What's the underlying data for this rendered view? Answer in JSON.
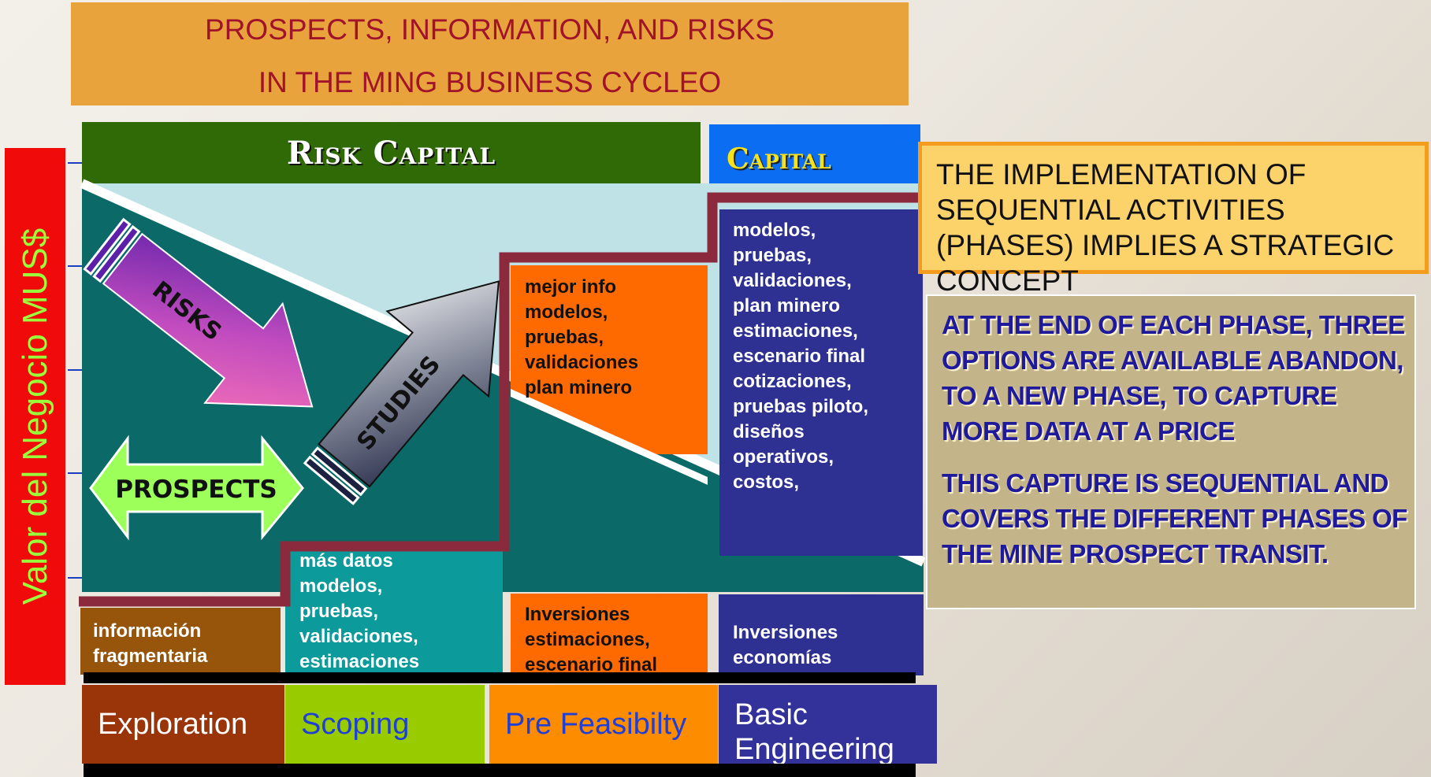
{
  "title": {
    "line1": "PROSPECTS, INFORMATION, AND RISKS",
    "line2": "IN THE MING BUSINESS CYCLEO"
  },
  "y_axis_label": "Valor del Negocio MUS$",
  "bands": {
    "risk_capital": "Risk Capital",
    "capital": "Capital"
  },
  "arrows": {
    "risks": "RISKS",
    "studies": "STUDIES",
    "prospects": "PROSPECTS"
  },
  "phases": [
    {
      "name": "Exploration",
      "info": [
        "información",
        "fragmentaria"
      ]
    },
    {
      "name": "Scoping",
      "info": [
        "más datos",
        "modelos,",
        "pruebas,",
        "validaciones,",
        "estimaciones"
      ]
    },
    {
      "name": "Pre Feasibilty",
      "info_top": [
        "mejor info",
        "modelos,",
        "pruebas,",
        "validaciones",
        "plan minero"
      ],
      "info_bottom": [
        "Inversiones",
        "estimaciones,",
        "escenario final"
      ]
    },
    {
      "name": "Basic Engineering",
      "info_top": [
        "modelos,",
        "pruebas,",
        "validaciones,",
        "plan minero",
        "estimaciones,",
        "escenario final",
        "cotizaciones,",
        "pruebas piloto,",
        "diseños",
        "operativos,",
        "costos,"
      ],
      "info_bottom": [
        "Inversiones",
        "economías"
      ]
    }
  ],
  "notes": {
    "strategic": "THE IMPLEMENTATION OF SEQUENTIAL ACTIVITIES (PHASES) IMPLIES A STRATEGIC CONCEPT",
    "options": "AT THE END OF EACH PHASE, THREE OPTIONS ARE AVAILABLE ABANDON, TO A NEW PHASE, TO CAPTURE MORE DATA AT A PRICE",
    "sequential": "THIS CAPTURE  IS SEQUENTIAL AND COVERS THE DIFFERENT PHASES OF THE MINE PROSPECT TRANSIT."
  },
  "colors": {
    "title_bg": "#e8a33c",
    "title_text": "#a0132a",
    "y_axis_bg": "#f00a0a",
    "y_axis_text": "#9aff3b",
    "risk_capital_bg": "#2f6a06",
    "capital_bg": "#0a6df2",
    "capital_text": "#f5e21a",
    "sky": "#bfe2e6",
    "teal": "#0b6a68",
    "staircase": "#8b2a3c",
    "exploration": "#96550a",
    "scoping": "#0c9a9a",
    "prefeasibility": "#ff6a00",
    "basic_engineering": "#2e3192",
    "bar_exploration": "#9a3409",
    "bar_scoping": "#98cc00",
    "bar_prefeasibility": "#fe8c00",
    "bar_basic": "#33329a"
  }
}
